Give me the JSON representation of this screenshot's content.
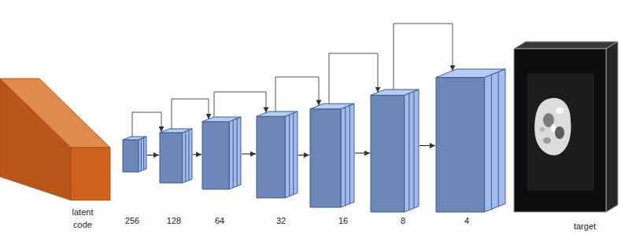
{
  "diagram": {
    "nodes": [
      {
        "text": [
          "latent code"
        ]
      },
      {
        "text": [
          "256"
        ]
      },
      {
        "text": [
          "128"
        ]
      },
      {
        "text": [
          "64"
        ]
      },
      {
        "text": [
          "32"
        ]
      },
      {
        "text": [
          "16"
        ]
      },
      {
        "text": [
          "8"
        ]
      },
      {
        "text": [
          "4"
        ]
      },
      {
        "text": [
          "target"
        ]
      }
    ],
    "edges": [
      {
        "from": 1,
        "to": 2,
        "arrow": "to"
      },
      {
        "from": 2,
        "to": 3,
        "arrow": "to"
      },
      {
        "from": 3,
        "to": 4,
        "arrow": "to"
      },
      {
        "from": 4,
        "to": 5,
        "arrow": "to"
      },
      {
        "from": 5,
        "to": 6,
        "arrow": "to"
      },
      {
        "from": 6,
        "to": 7,
        "arrow": "to"
      },
      {
        "from": 1,
        "to": 2,
        "arrow": "to"
      },
      {
        "from": 2,
        "to": 3,
        "arrow": "to"
      },
      {
        "from": 3,
        "to": 4,
        "arrow": "to"
      },
      {
        "from": 4,
        "to": 5,
        "arrow": "to"
      },
      {
        "from": 5,
        "to": 6,
        "arrow": "to"
      },
      {
        "from": 6,
        "to": 7,
        "arrow": "to"
      }
    ]
  }
}
